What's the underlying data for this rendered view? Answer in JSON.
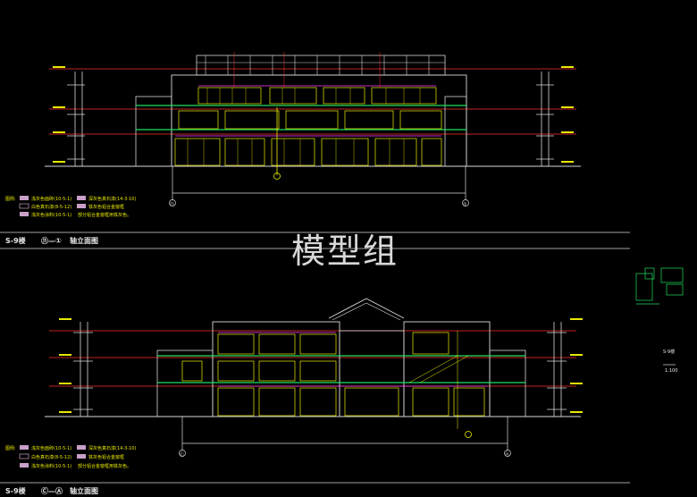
{
  "watermark": "模型组",
  "colors": {
    "background": "#000000",
    "line_white": "#d8d8d8",
    "line_yellow": "#f0f000",
    "line_red": "#ff3030",
    "line_green": "#20e060",
    "line_magenta": "#ff40ff",
    "line_cyan": "#30d0d0"
  },
  "top_sheet": {
    "building_tag": "S-9楼",
    "axis_range": "⑪—①",
    "title": "轴立面图",
    "axis_left": "⑪",
    "axis_right": "①",
    "legend_title": "图例:",
    "legend": [
      "浅灰色面砖(10-5-1)",
      "白色真石漆(8-5-12)",
      "浅灰色涂料(10-5-1)",
      "深灰色真石漆(14-3-10)",
      "铁灰色铝合金窗框",
      "部分铝合金窗框用铁灰色。"
    ]
  },
  "bottom_sheet": {
    "building_tag": "S-9楼",
    "axis_range": "Ⓒ—Ⓐ",
    "title": "轴立面图",
    "axis_left": "Ⓒ",
    "axis_right": "Ⓐ",
    "legend_title": "图例:",
    "legend": [
      "浅灰色面砖(10-5-1)",
      "白色真石漆(8-5-12)",
      "浅灰色涂料(10-5-1)",
      "深灰色真石漆(14-3-10)",
      "铁灰色铝合金窗框",
      "部分铝合金窗框用铁灰色。"
    ]
  },
  "key_plan": {
    "label": "S-9楼",
    "scale": "1:100"
  }
}
